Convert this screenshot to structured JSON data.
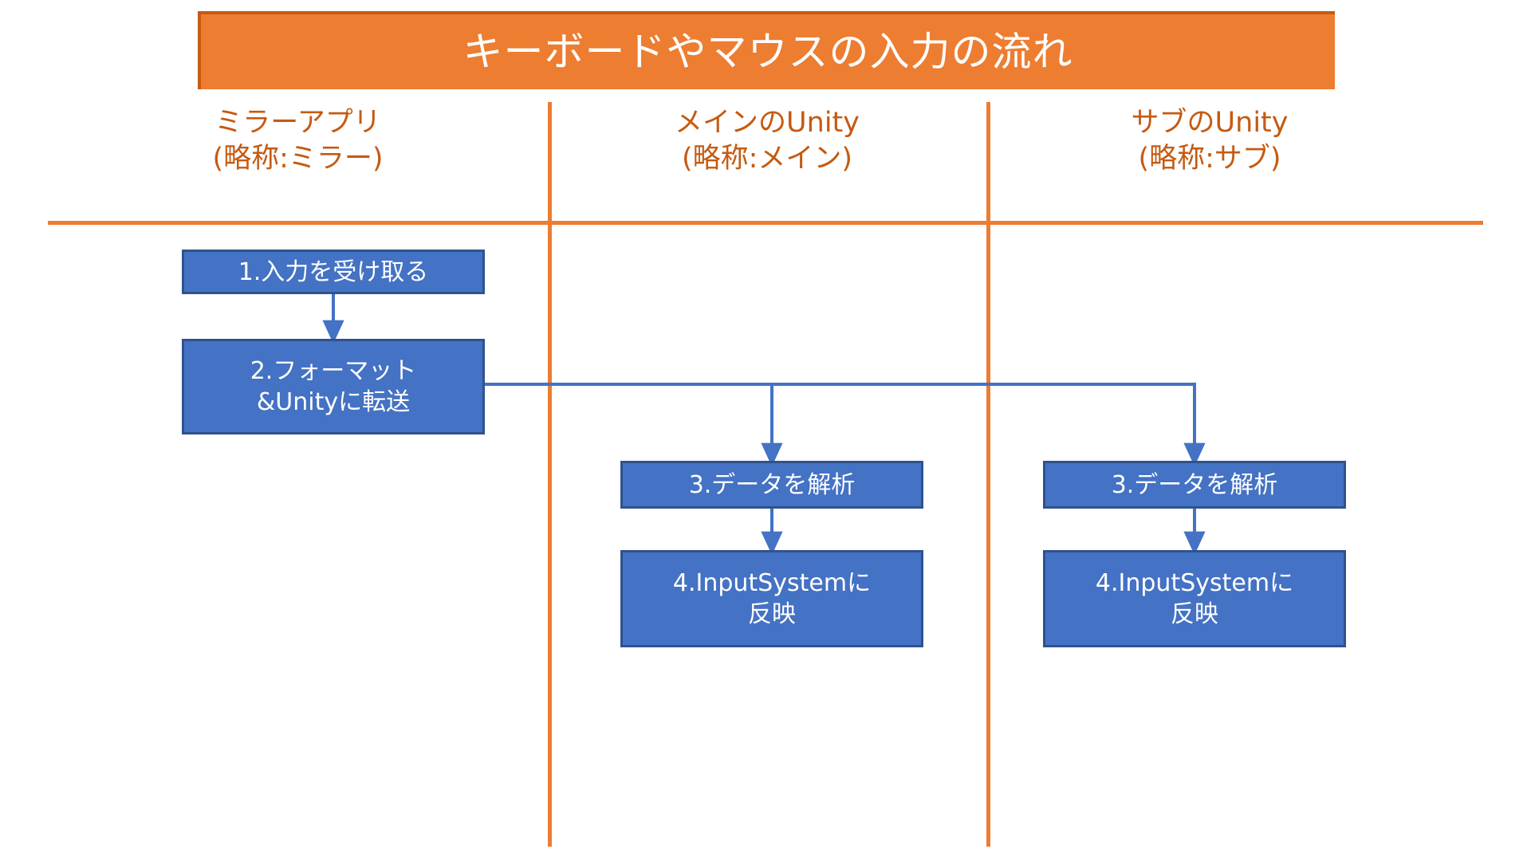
{
  "title": {
    "text": "キーボードやマウスの入力の流れ",
    "background": "#ED7D31",
    "border": "#C55A11",
    "color": "#FFFFFF"
  },
  "theme": {
    "accent_orange": "#ED7D31",
    "accent_orange_dark": "#C55A11",
    "box_fill": "#4472C4",
    "box_border": "#2F528F",
    "connector": "#4472C4",
    "background": "#FFFFFF"
  },
  "lanes": [
    {
      "name": "mirror-app",
      "line1": "ミラーアプリ",
      "line2": "(略称:ミラー)"
    },
    {
      "name": "main-unity",
      "line1": "メインのUnity",
      "line2": "(略称:メイン)"
    },
    {
      "name": "sub-unity",
      "line1": "サブのUnity",
      "line2": "(略称:サブ)"
    }
  ],
  "boxes": {
    "box1": {
      "line1": "1.入力を受け取る",
      "line2": ""
    },
    "box2": {
      "line1": "2.フォーマット",
      "line2": "&Unityに転送"
    },
    "box3": {
      "line1": "3.データを解析",
      "line2": ""
    },
    "box4": {
      "line1": "4.InputSystemに",
      "line2": "反映"
    },
    "box5": {
      "line1": "3.データを解析",
      "line2": ""
    },
    "box6": {
      "line1": "4.InputSystemに",
      "line2": "反映"
    }
  },
  "flow": {
    "type": "swimlane-flowchart",
    "edges": [
      {
        "from": "box1",
        "to": "box2",
        "lane": "mirror-app",
        "style": "straight-down"
      },
      {
        "from": "box2",
        "to": "box3",
        "lane": "mirror-app -> main-unity",
        "style": "right-then-down"
      },
      {
        "from": "box2",
        "to": "box5",
        "lane": "mirror-app -> sub-unity",
        "style": "right-then-down"
      },
      {
        "from": "box3",
        "to": "box4",
        "lane": "main-unity",
        "style": "straight-down"
      },
      {
        "from": "box5",
        "to": "box6",
        "lane": "sub-unity",
        "style": "straight-down"
      }
    ]
  }
}
